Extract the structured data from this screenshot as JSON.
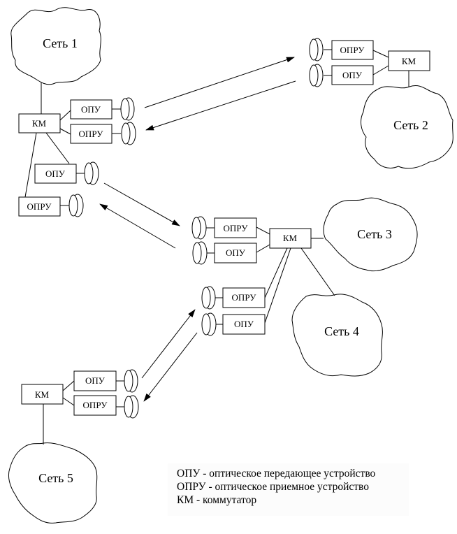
{
  "networks": [
    {
      "id": "net1",
      "label": "Сеть 1"
    },
    {
      "id": "net2",
      "label": "Сеть 2"
    },
    {
      "id": "net3",
      "label": "Сеть 3"
    },
    {
      "id": "net4",
      "label": "Сеть 4"
    },
    {
      "id": "net5",
      "label": "Сеть 5"
    }
  ],
  "switch_label": "КМ",
  "transmitter_label": "ОПУ",
  "receiver_label": "ОПРУ",
  "legend": [
    "ОПУ - оптическое передающее устройство",
    "ОПРУ - оптическое приемное устройство",
    "КМ - коммутатор"
  ]
}
